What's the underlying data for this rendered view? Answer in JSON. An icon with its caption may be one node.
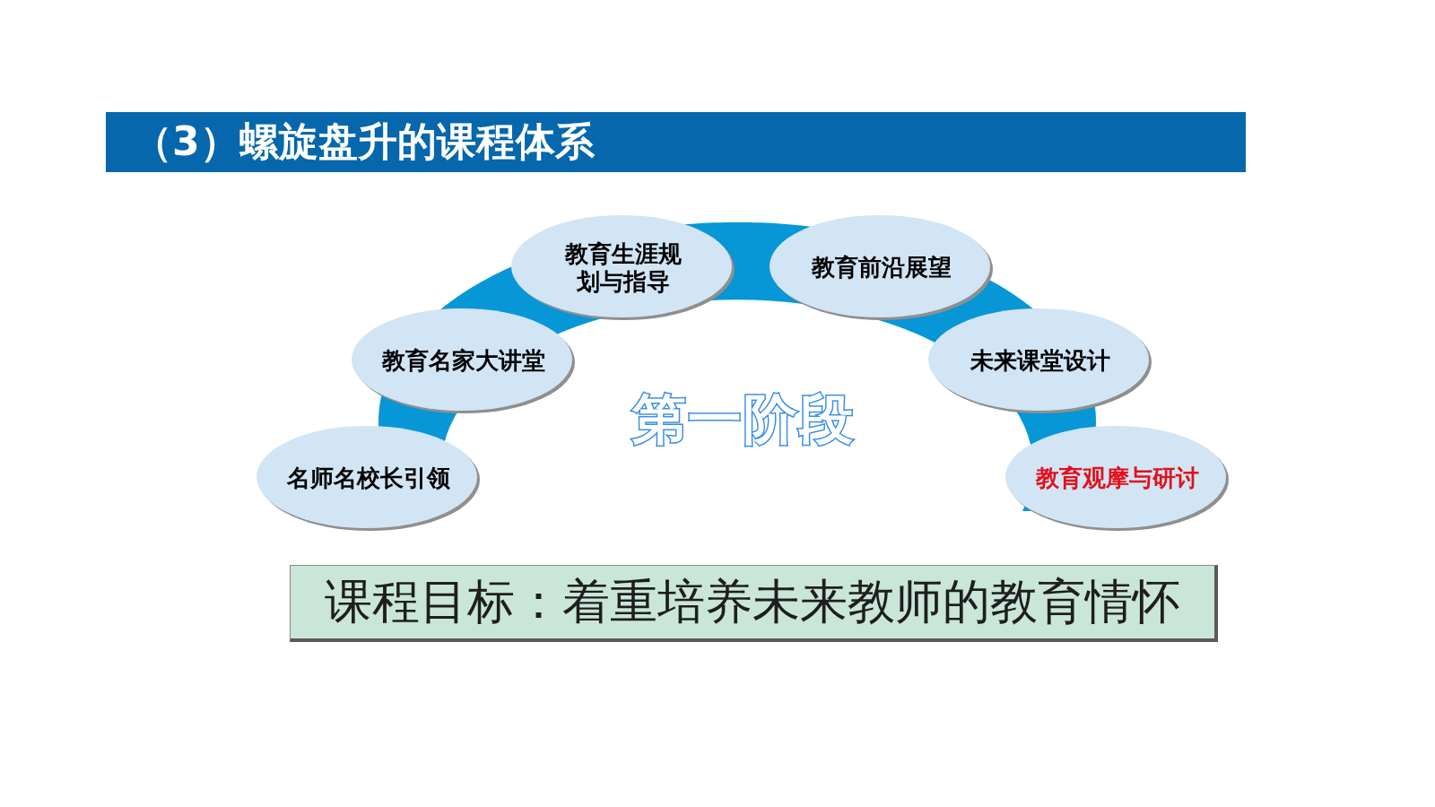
{
  "diagram": {
    "title": "（3）螺旋盘升的课程体系",
    "nodes": [
      {
        "text": [
          "名师名校长引领"
        ]
      },
      {
        "text": [
          "教育名家大讲堂"
        ]
      },
      {
        "text": [
          "教育生涯规划与指导"
        ]
      },
      {
        "text": [
          "教育前沿展望"
        ]
      },
      {
        "text": [
          "未来课堂设计"
        ]
      },
      {
        "text": [
          "教育观摩与研讨"
        ]
      },
      {
        "text": [
          "课程目标：着重培养未来教师的教育情怀"
        ]
      }
    ],
    "labels": [
      "第一阶段"
    ]
  }
}
